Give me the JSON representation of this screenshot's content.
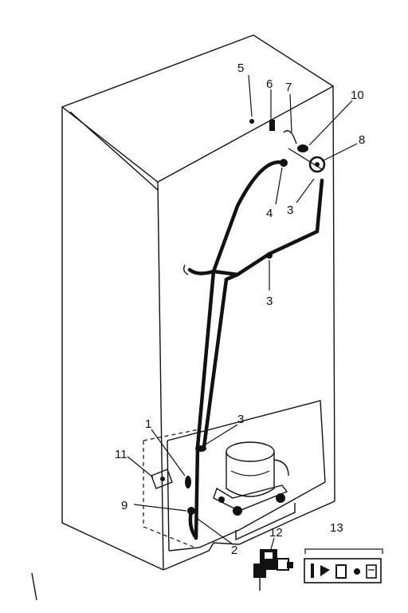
{
  "diagram": {
    "callouts": {
      "c1": "1",
      "c2": "2",
      "c3a": "3",
      "c3b": "3",
      "c3c": "3",
      "c4": "4",
      "c5": "5",
      "c6": "6",
      "c7": "7",
      "c8": "8",
      "c9": "9",
      "c10": "10",
      "c11": "11",
      "c12": "12",
      "c13": "13"
    }
  }
}
